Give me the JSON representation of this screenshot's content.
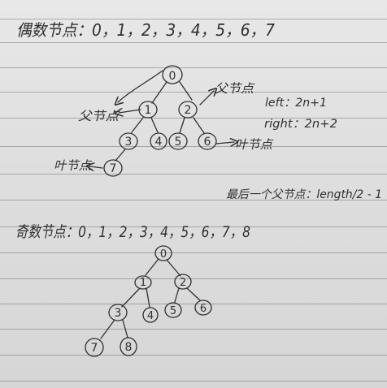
{
  "page": {
    "paper_color": "#dedede",
    "ink_color": "#2f2f2f",
    "rule_color": "rgba(60,60,60,0.35)"
  },
  "notes": {
    "even": {
      "heading": "偶数节点：0，1，2，3，4，5，6，7",
      "nodes": [
        "0",
        "1",
        "2",
        "3",
        "4",
        "5",
        "6",
        "7"
      ],
      "edges": [
        [
          "0",
          "1"
        ],
        [
          "0",
          "2"
        ],
        [
          "1",
          "3"
        ],
        [
          "1",
          "4"
        ],
        [
          "2",
          "5"
        ],
        [
          "2",
          "6"
        ],
        [
          "3",
          "7"
        ]
      ],
      "annotations": {
        "parent_left": "父节点",
        "parent_right": "父节点",
        "leaf_right": "叶节点",
        "leaf_left": "叶节点"
      }
    },
    "formulas": {
      "left": "left：2n+1",
      "right": "right：2n+2",
      "last_parent": "最后一个父节点：length/2 - 1"
    },
    "odd": {
      "heading": "奇数节点：0，1，2，3，4，5，6，7，8",
      "nodes": [
        "0",
        "1",
        "2",
        "3",
        "4",
        "5",
        "6",
        "7",
        "8"
      ],
      "edges": [
        [
          "0",
          "1"
        ],
        [
          "0",
          "2"
        ],
        [
          "1",
          "3"
        ],
        [
          "1",
          "4"
        ],
        [
          "2",
          "5"
        ],
        [
          "2",
          "6"
        ],
        [
          "3",
          "7"
        ],
        [
          "3",
          "8"
        ]
      ]
    }
  }
}
